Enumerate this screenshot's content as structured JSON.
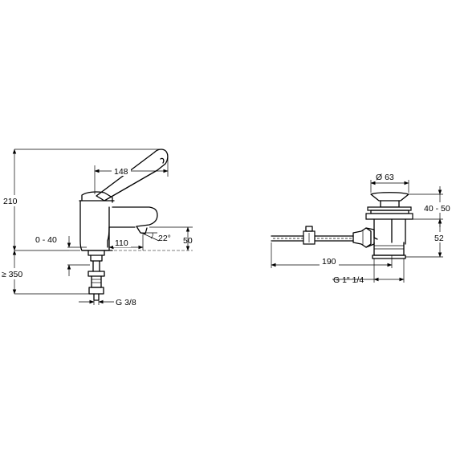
{
  "faucet": {
    "dim_height": "210",
    "dim_handle": "148",
    "dim_lift": "0 - 40",
    "dim_spout": "110",
    "dim_angle": "22°",
    "dim_spout_height": "50",
    "dim_min_counter": "≥ 350",
    "dim_thread": "G 3/8"
  },
  "waste": {
    "dim_diameter": "Ø 63",
    "dim_plug_range": "40 - 50",
    "dim_body": "52",
    "dim_rod": "190",
    "dim_thread": "G 1\" 1/4"
  }
}
